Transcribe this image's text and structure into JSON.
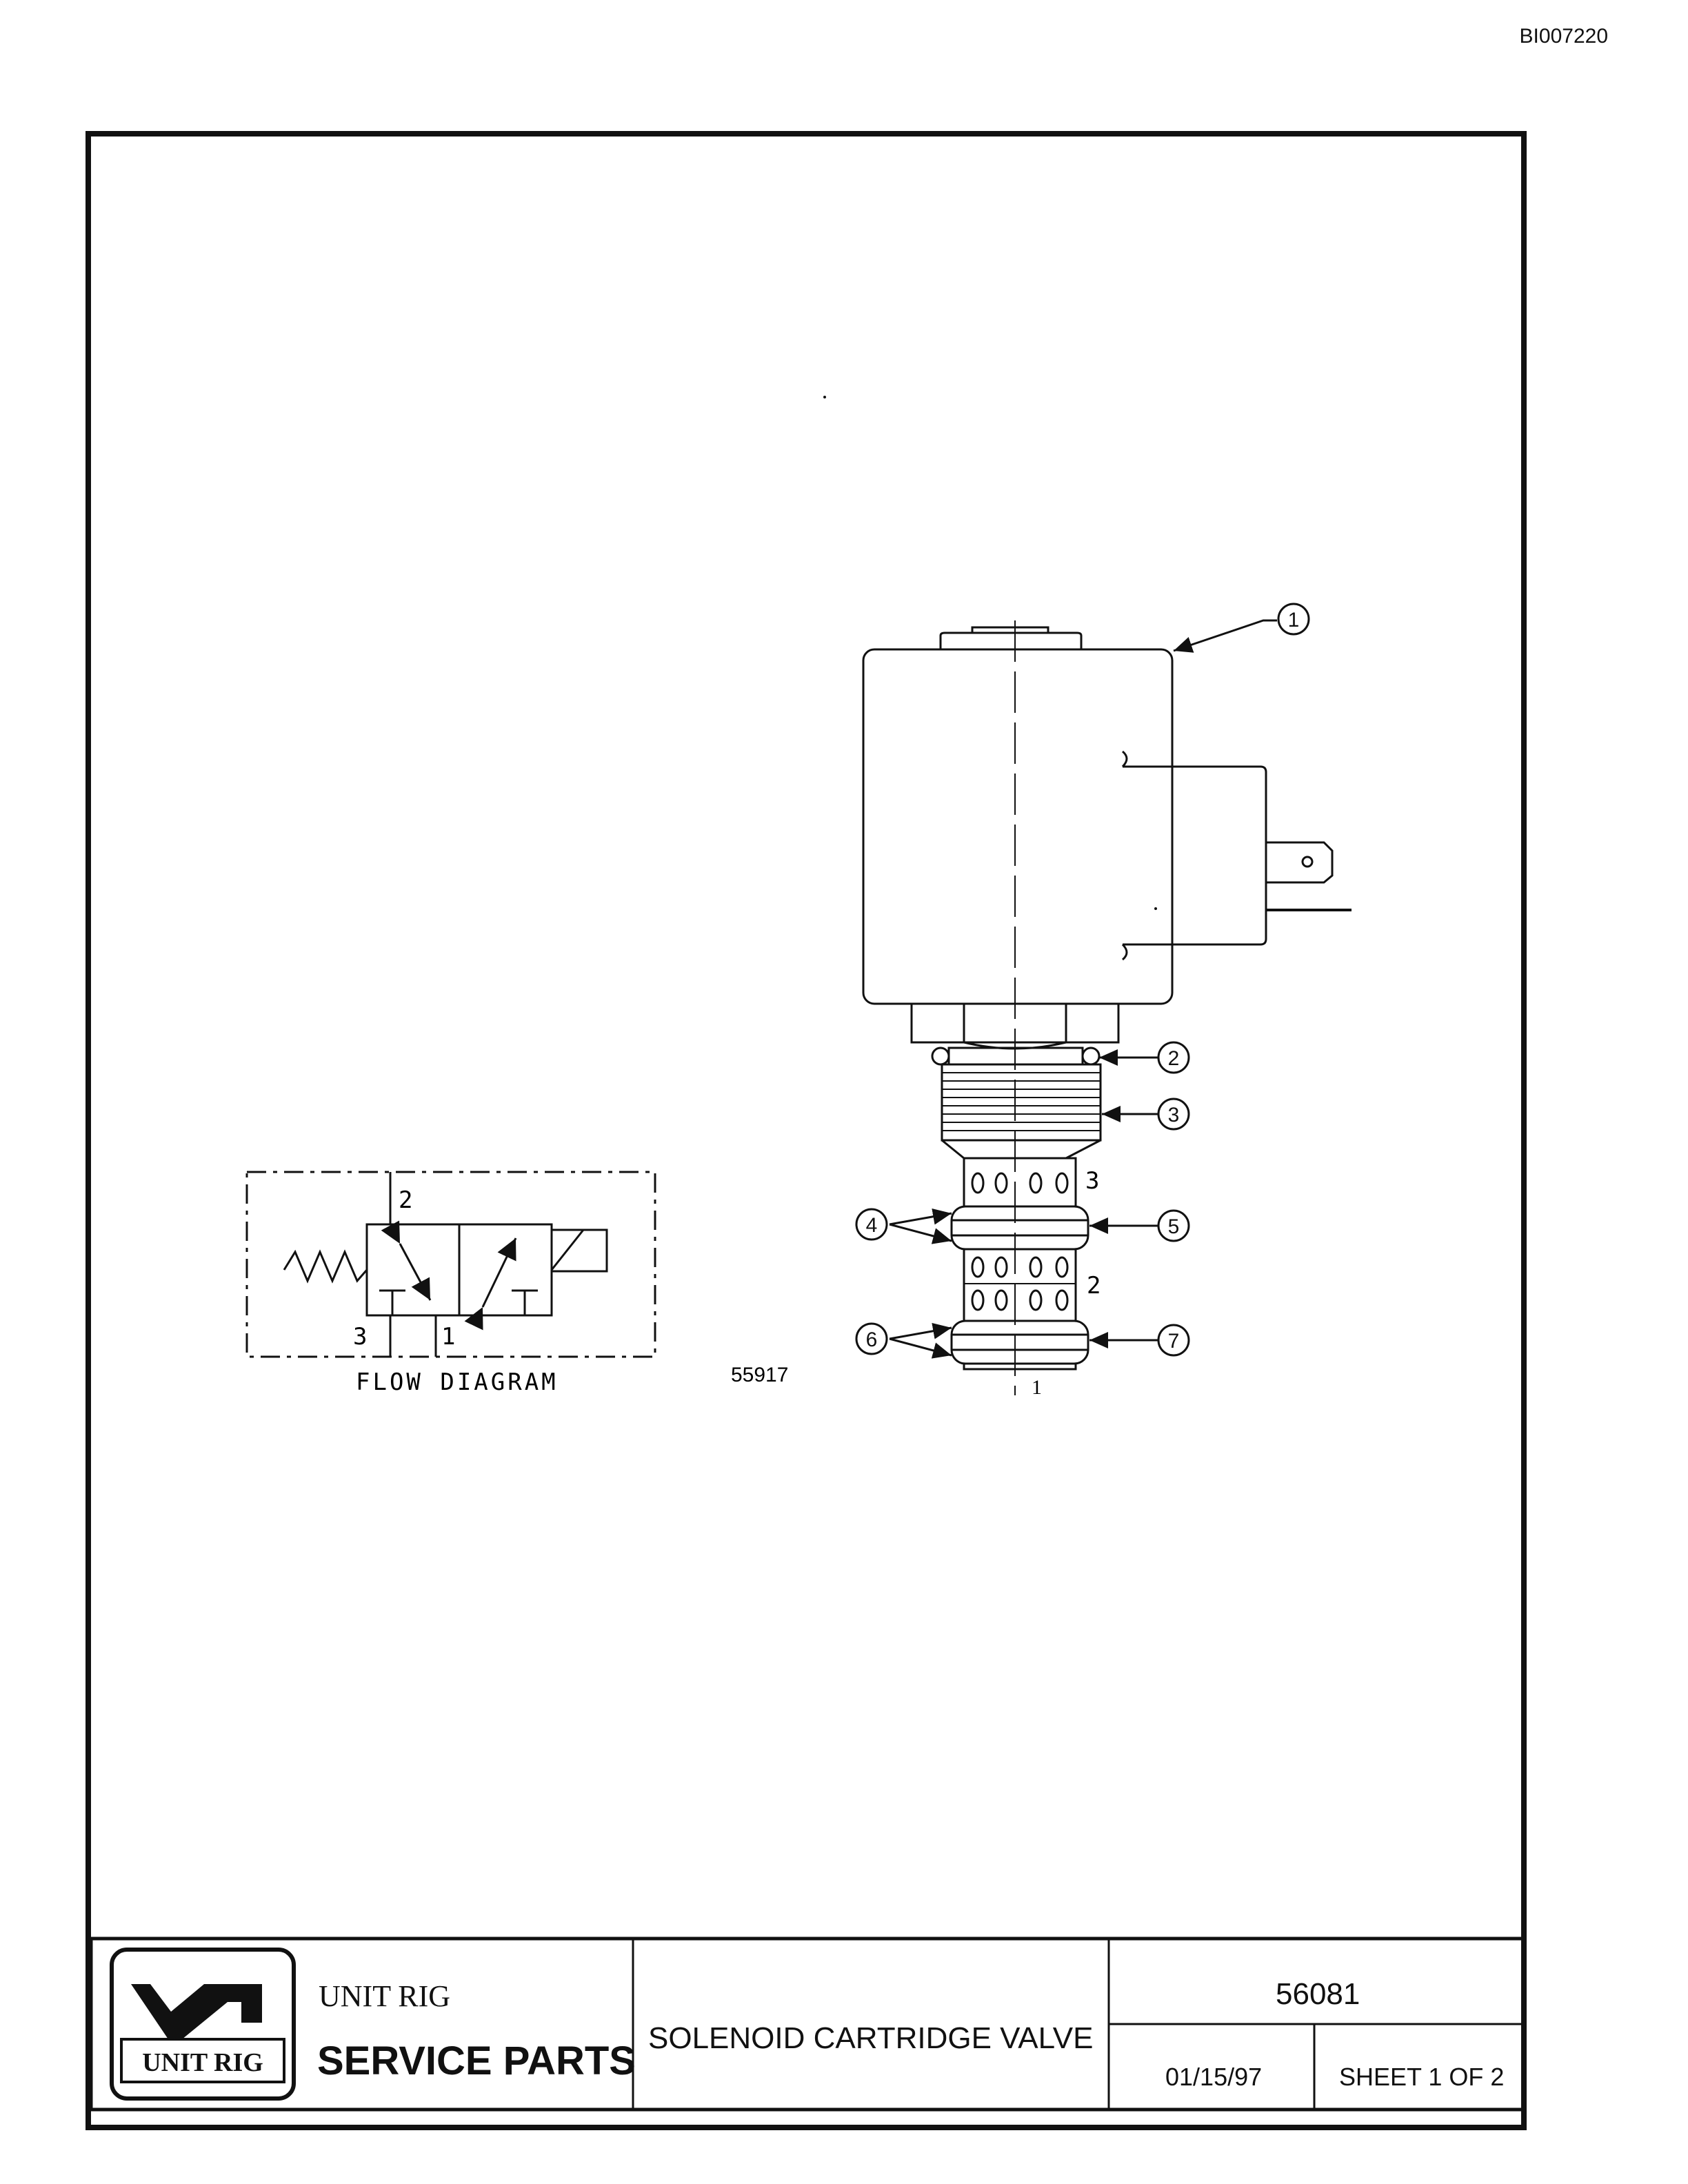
{
  "document": {
    "doc_id": "BI007220"
  },
  "flow_diagram": {
    "caption": "FLOW DIAGRAM",
    "port_2": "2",
    "port_3": "3",
    "port_1": "1"
  },
  "drawing_number": "55917",
  "valve": {
    "port_3": "3",
    "port_2": "2",
    "port_1": "1",
    "callouts": [
      "1",
      "2",
      "3",
      "4",
      "5",
      "6",
      "7"
    ]
  },
  "title_block": {
    "logo_text": "UNIT RIG",
    "company": "UNIT RIG",
    "service_parts": "SERVICE PARTS",
    "title": "SOLENOID CARTRIDGE VALVE",
    "part_number": "56081",
    "date": "01/15/97",
    "sheet": "SHEET 1 OF 2"
  },
  "colors": {
    "ink": "#111111",
    "paper": "#ffffff"
  }
}
